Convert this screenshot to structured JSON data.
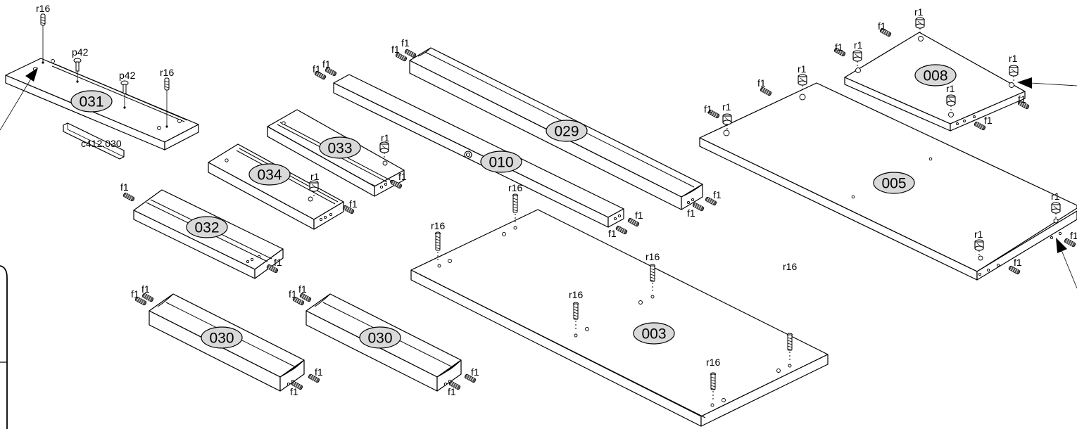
{
  "parts": [
    {
      "id": "031",
      "name": "part-031"
    },
    {
      "id": "033",
      "name": "part-033"
    },
    {
      "id": "034",
      "name": "part-034"
    },
    {
      "id": "032",
      "name": "part-032"
    },
    {
      "id": "030",
      "name": "part-030-left"
    },
    {
      "id": "030",
      "name": "part-030-right"
    },
    {
      "id": "029",
      "name": "part-029"
    },
    {
      "id": "010",
      "name": "part-010"
    },
    {
      "id": "003",
      "name": "part-003"
    },
    {
      "id": "005",
      "name": "part-005"
    },
    {
      "id": "008",
      "name": "part-008"
    }
  ],
  "hardware_labels": {
    "dowel": "f1",
    "cam": "r1",
    "bolt": "r16",
    "screw": "p42",
    "rail": "c412.030"
  }
}
